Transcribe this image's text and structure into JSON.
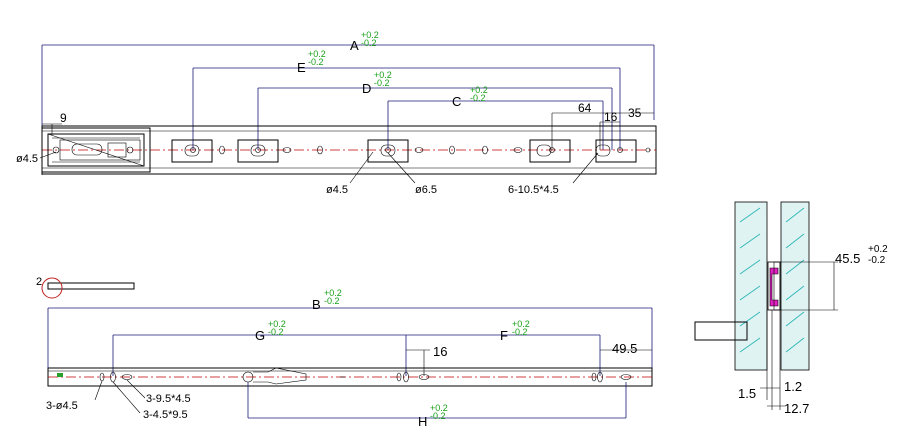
{
  "top_view": {
    "A": "A",
    "A_tol_plus": "+0.2",
    "A_tol_minus": "-0.2",
    "E": "E",
    "E_tol_plus": "+0.2",
    "E_tol_minus": "-0.2",
    "D": "D",
    "D_tol_plus": "+0.2",
    "D_tol_minus": "-0.2",
    "C": "C",
    "C_tol_plus": "+0.2",
    "C_tol_minus": "-0.2",
    "dim_9": "9",
    "dim_64": "64",
    "dim_35": "35",
    "dim_16": "16",
    "phi_left": "ø4.5",
    "phi_hole_small": "ø4.5",
    "phi_hole_large": "ø6.5",
    "slots_label": "6-10.5*4.5"
  },
  "bottom_view": {
    "thickness": "2",
    "B": "B",
    "B_tol_plus": "+0.2",
    "B_tol_minus": "-0.2",
    "G": "G",
    "G_tol_plus": "+0.2",
    "G_tol_minus": "-0.2",
    "F": "F",
    "F_tol_plus": "+0.2",
    "F_tol_minus": "-0.2",
    "H": "H",
    "H_tol_plus": "+0.2",
    "H_tol_minus": "-0.2",
    "dim_16": "16",
    "dim_49_5": "49.5",
    "holes_label_1": "3-ø4.5",
    "holes_label_2": "3-9.5*4.5",
    "holes_label_3": "3-4.5*9.5"
  },
  "section_view": {
    "height": "45.5",
    "height_tol_plus": "+0.2",
    "height_tol_minus": "-0.2",
    "dim_1_5": "1.5",
    "dim_1_2": "1.2",
    "dim_12_7": "12.7"
  },
  "colors": {
    "dimension_line": "#1a1a7a",
    "tolerance_text": "#1aa01a",
    "center_line": "#c00000",
    "glass_hatch": "#2ab4b4",
    "seal": "#e020c0"
  }
}
